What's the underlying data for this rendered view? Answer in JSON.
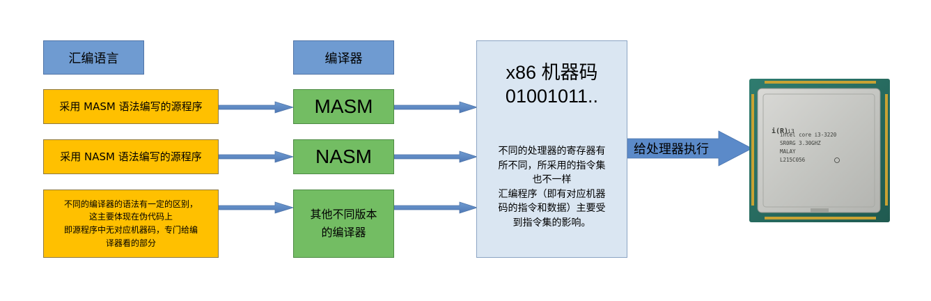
{
  "headers": {
    "assembly": "汇编语言",
    "compiler": "编译器"
  },
  "sources": {
    "masm": "采用 MASM 语法编写的源程序",
    "nasm": "采用 NASM 语法编写的源程序",
    "other_lines": [
      "不同的编译器的语法有一定的区别，",
      "这主要体现在伪代码上",
      "即源程序中无对应机器码，专门给编",
      "译器看的部分"
    ]
  },
  "compilers": {
    "masm": "MASM",
    "nasm": "NASM",
    "other_lines": [
      "其他不同版本",
      "的编译器"
    ]
  },
  "machine_code": {
    "title_line1": "x86 机器码",
    "title_line2": "01001011..",
    "note_lines": [
      "不同的处理器的寄存器有",
      "所不同，所采用的指令集",
      "也不一样",
      "汇编程序（即有对应机器",
      "码的指令和数据）主要受",
      "到指令集的影响。"
    ]
  },
  "execution_label": "给处理器执行",
  "cpu_chip": {
    "line1": "intel core i3-3220",
    "line2": "SR0RG 3.30GHZ",
    "line3": "MALAY",
    "line4": "L215C056"
  },
  "colors": {
    "header_blue": "#6f9bd1",
    "source_orange": "#ffc000",
    "compiler_green": "#73bd63",
    "machine_bg": "#dae6f2",
    "arrow_blue": "#5b8ac9"
  }
}
